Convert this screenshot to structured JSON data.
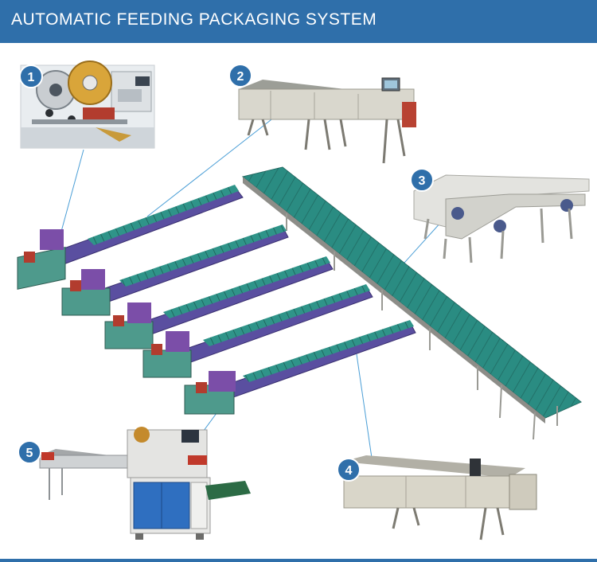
{
  "header": {
    "title": "AUTOMATIC FEEDING PACKAGING SYSTEM"
  },
  "callouts": [
    {
      "number": "1",
      "component": "film-reel-unit"
    },
    {
      "number": "2",
      "component": "feeding-conveyor"
    },
    {
      "number": "3",
      "component": "curved-transfer-conveyor"
    },
    {
      "number": "4",
      "component": "alignment-conveyor"
    },
    {
      "number": "5",
      "component": "flow-wrapping-machine"
    }
  ],
  "colors": {
    "header_bg": "#2f6faa",
    "badge": "#2f6faa",
    "conveyor_belt": "#2a8c82",
    "conveyor_frame": "#5a4fa0",
    "machine_body": "#d8d6cc",
    "leader_line": "#4a9ed6"
  }
}
